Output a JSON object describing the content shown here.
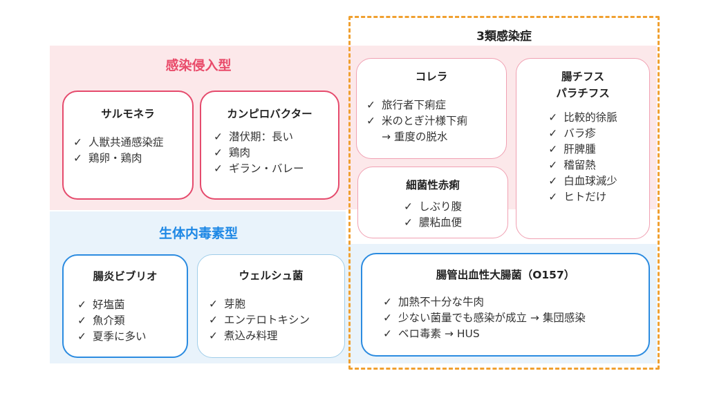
{
  "group3": {
    "title": "3類感染症"
  },
  "invasive": {
    "title": "感染侵入型",
    "cards": [
      {
        "name": "サルモネラ",
        "items": [
          "人獣共通感染症",
          "鶏卵・鶏肉"
        ]
      },
      {
        "name": "カンピロバクター",
        "items": [
          "潜伏期：長い",
          "鶏肉",
          "ギラン・バレー"
        ]
      }
    ]
  },
  "toxin": {
    "title": "生体内毒素型",
    "cards": [
      {
        "name": "腸炎ビブリオ",
        "items": [
          "好塩菌",
          "魚介類",
          "夏季に多い"
        ]
      },
      {
        "name": "ウェルシュ菌",
        "items": [
          "芽胞",
          "エンテロトキシン",
          "煮込み料理"
        ]
      }
    ]
  },
  "cholera": {
    "name": "コレラ",
    "items": [
      "旅行者下痢症",
      "米のとぎ汁様下痢"
    ],
    "sub": "→ 重度の脱水"
  },
  "dysentery": {
    "name": "細菌性赤痢",
    "items": [
      "しぶり腹",
      "膿粘血便"
    ]
  },
  "typhoid": {
    "name_line1": "腸チフス",
    "name_line2": "パラチフス",
    "items": [
      "比較的徐脈",
      "バラ疹",
      "肝脾腫",
      "稽留熱",
      "白血球減少",
      "ヒトだけ"
    ]
  },
  "ehec": {
    "name": "腸管出血性大腸菌（O157）",
    "items": [
      "加熱不十分な牛肉",
      "少ない菌量でも感染が成立 → 集団感染",
      "ベロ毒素 → HUS"
    ]
  },
  "check_mark": "✓",
  "colors": {
    "pink_accent": "#e94b6a",
    "blue_accent": "#1e88e5",
    "orange_dashed": "#f0a030"
  }
}
